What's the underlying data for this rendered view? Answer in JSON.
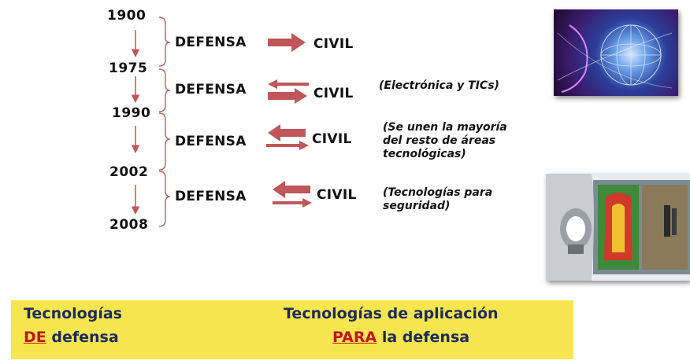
{
  "timeline": {
    "years": [
      "1900",
      "1975",
      "1990",
      "2002",
      "2008"
    ],
    "rows": [
      {
        "left": "DEFENSA",
        "right": "CIVIL",
        "note": ""
      },
      {
        "left": "DEFENSA",
        "right": "CIVIL",
        "note": "(Electrónica y TICs)"
      },
      {
        "left": "DEFENSA",
        "right": "CIVIL",
        "note_lines": [
          "(Se unen la mayoría",
          "del resto de áreas",
          "tecnológicas)"
        ]
      },
      {
        "left": "DEFENSA",
        "right": "CIVIL",
        "note_lines": [
          "(Tecnologías para",
          "seguridad)"
        ]
      }
    ]
  },
  "banner": {
    "left_line1": "Tecnologías",
    "left_emph": "DE",
    "left_rest": " defensa",
    "right_line1": "Tecnologías de aplicación",
    "right_emph": "PARA",
    "right_rest": " la defensa"
  },
  "colors": {
    "arrow": "#c0565a",
    "brace": "#b86a6a",
    "banner_bg": "#f5e64f",
    "banner_text": "#1e2a5c",
    "emphasis": "#c0151b"
  }
}
